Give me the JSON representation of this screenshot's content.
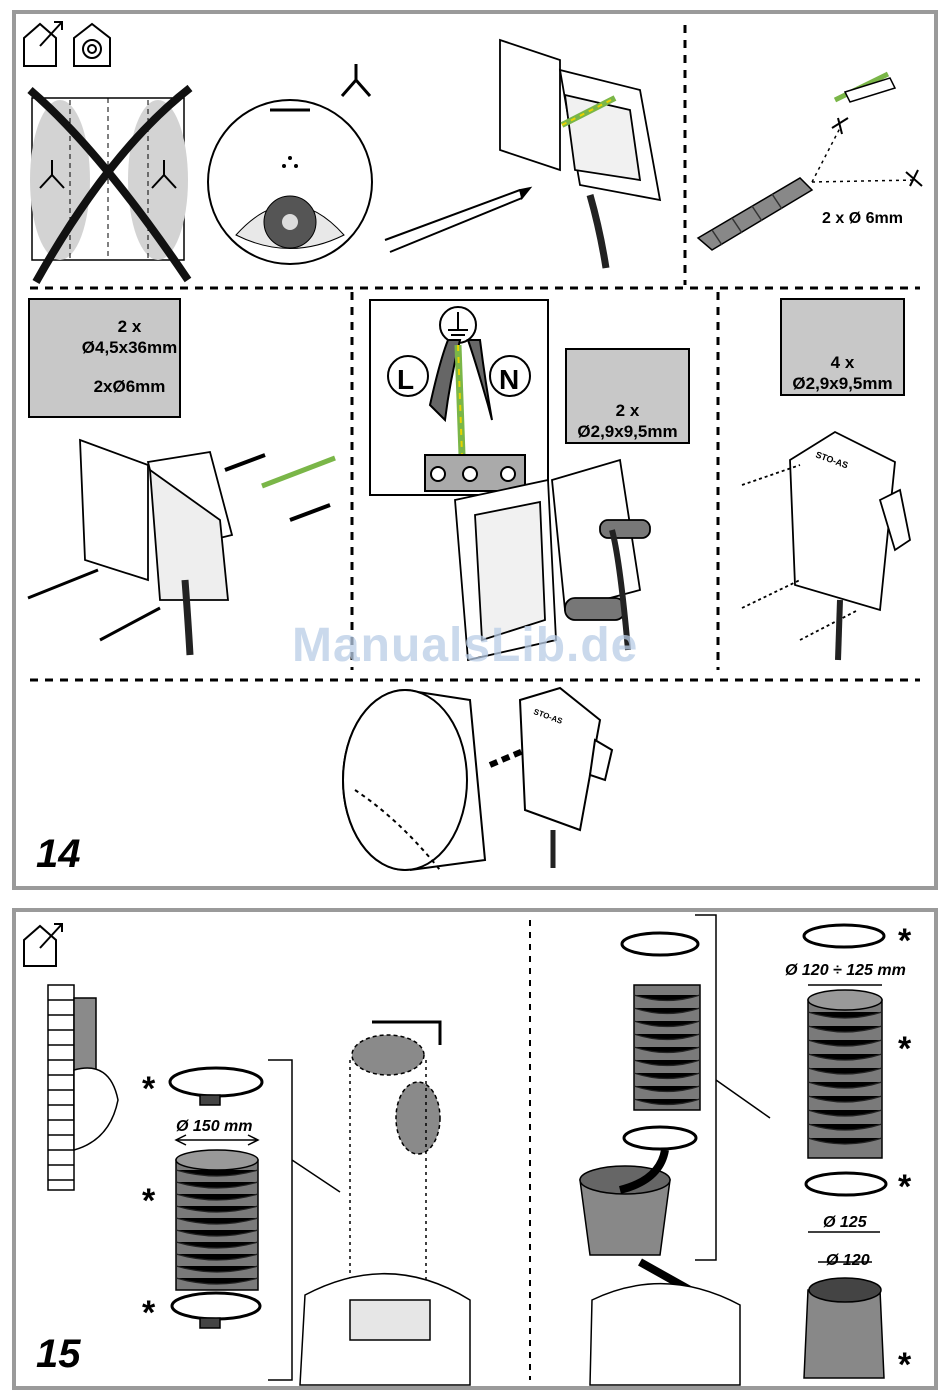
{
  "step14": {
    "number": "14",
    "drill_label": "2 x Ø 6mm",
    "screws_box": {
      "line1": "2 x",
      "line2": "Ø4,5x36mm",
      "line3": "2xØ6mm"
    },
    "terminal_box": {
      "L": "L",
      "N": "N"
    },
    "mid_screws_box": {
      "line1": "2 x",
      "line2": "Ø2,9x9,5mm"
    },
    "right_screws_box": {
      "line1": "4 x",
      "line2": "Ø2,9x9,5mm"
    },
    "module_label": "STO-AS"
  },
  "step15": {
    "number": "15",
    "diameter_150": "Ø 150 mm",
    "diameter_120_125": "Ø 120 ÷ 125 mm",
    "diameter_125": "Ø 125",
    "diameter_120": "Ø 120",
    "asterisk": "*"
  },
  "watermark": "ManualsLib.de"
}
